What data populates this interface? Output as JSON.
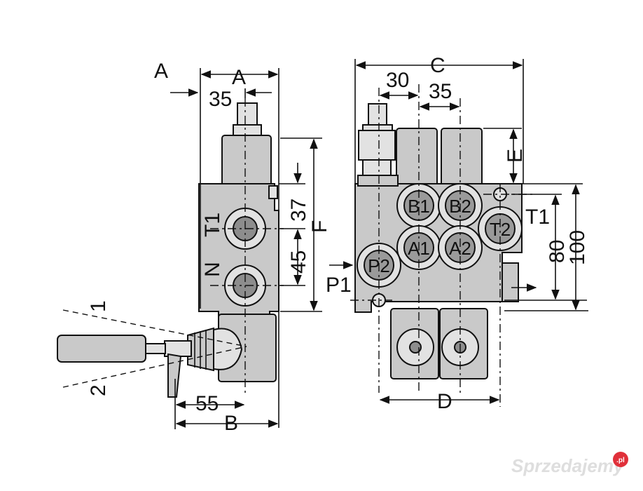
{
  "left_view": {
    "dim_a_outer": "A",
    "dim_a_inner": "A",
    "dim_35": "35",
    "dim_37": "37",
    "dim_45": "45",
    "dim_f": "F",
    "dim_55": "55",
    "dim_b": "B",
    "port_t1": "T1",
    "port_n": "N",
    "lever_pos_1": "1",
    "lever_pos_2": "2"
  },
  "right_view": {
    "dim_c": "C",
    "dim_30": "30",
    "dim_35": "35",
    "dim_e": "E",
    "dim_80": "80",
    "dim_100": "100",
    "dim_d": "D",
    "label_t1": "T1",
    "label_p1": "P1",
    "port_b1": "B1",
    "port_b2": "B2",
    "port_a1": "A1",
    "port_a2": "A2",
    "port_t2": "T2",
    "port_p2": "P2"
  },
  "watermark": {
    "text": "Sprzedajemy",
    "suffix": ".pl",
    "badge_color": "#e0303a"
  }
}
